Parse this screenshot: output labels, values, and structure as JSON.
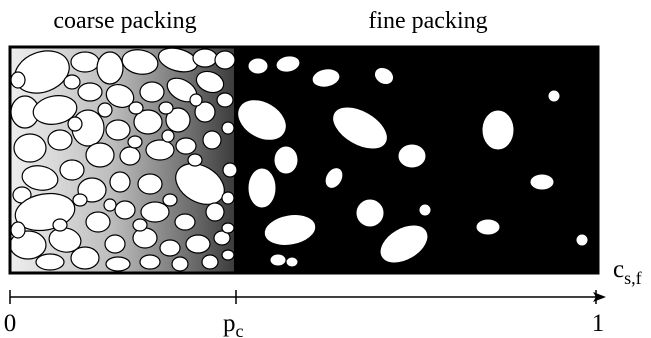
{
  "labels": {
    "coarse": "coarse packing",
    "fine": "fine packing",
    "axis_var": "c",
    "axis_var_sub": "s,f",
    "tick_start": "0",
    "tick_mid": "p",
    "tick_mid_sub": "c",
    "tick_end": "1"
  },
  "colors": {
    "fine_background": "#000000",
    "particle_fill": "#ffffff",
    "gradient_light": "#e8e8e8",
    "gradient_dark": "#4a4a4a"
  }
}
